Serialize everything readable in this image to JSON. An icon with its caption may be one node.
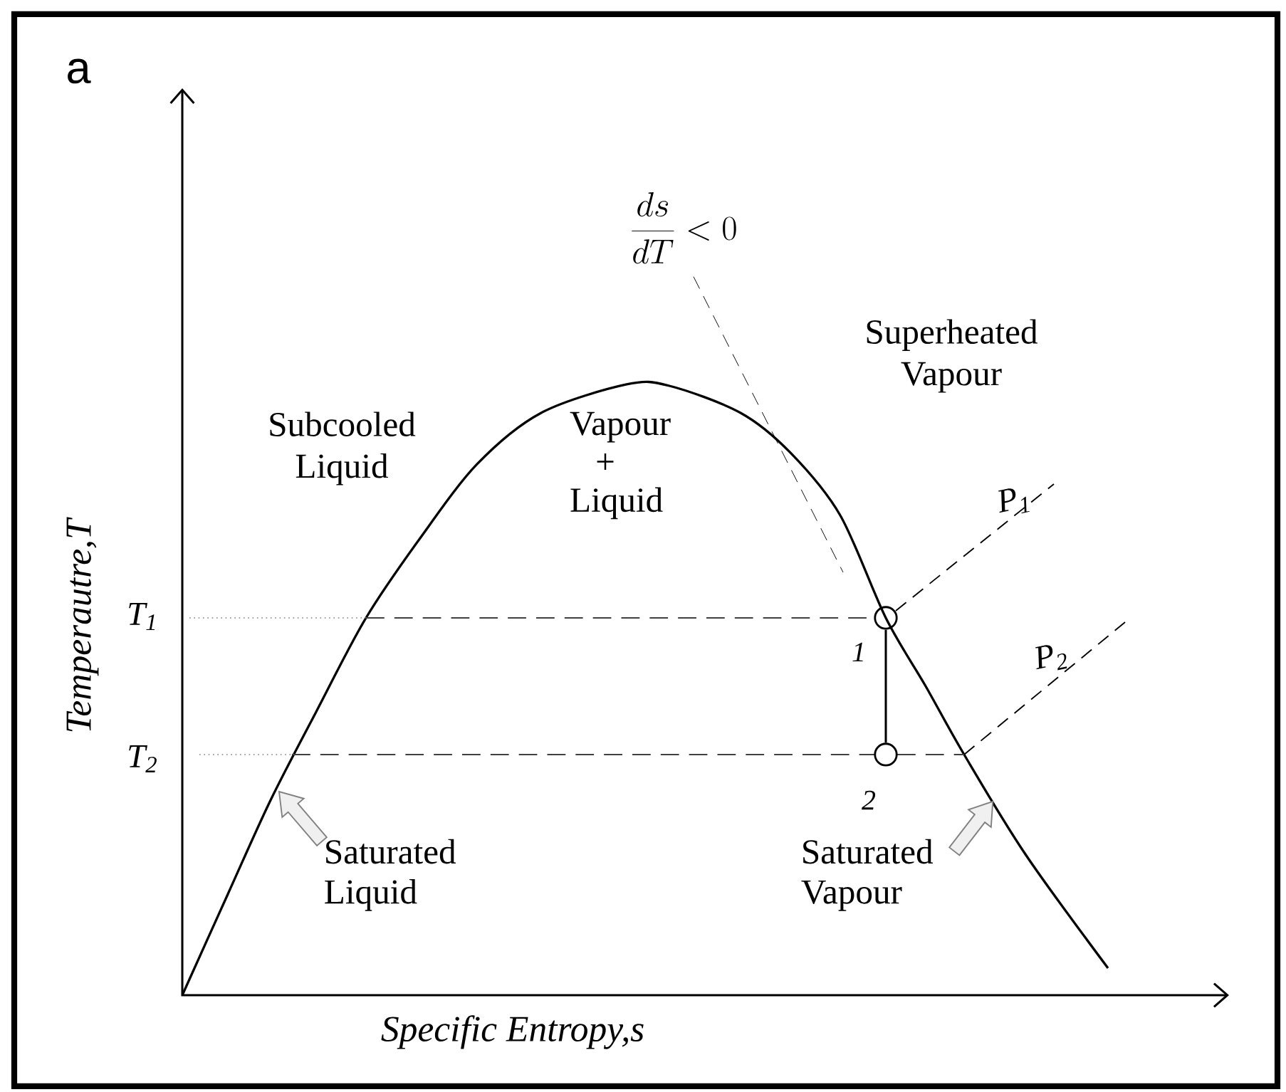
{
  "diagram": {
    "nodes": [
      {
        "text": [
          "\\frac{ds}{dT} < 0"
        ]
      },
      {
        "text": [],
        "shape": "circle",
        "beside": [
          "1"
        ]
      },
      {
        "text": [],
        "shape": "circle",
        "beside": [
          "2"
        ]
      },
      {
        "text": [
          "Saturated Liquid"
        ]
      },
      {
        "text": [
          "Saturated Vapour"
        ]
      }
    ],
    "edges": [
      {
        "from": 0,
        "to": null,
        "arrow": "none",
        "style": "dashed"
      },
      {
        "from": 1,
        "to": 2,
        "arrow": "none"
      },
      {
        "from": 3,
        "to": null,
        "arrow": "to"
      },
      {
        "from": 4,
        "to": null,
        "arrow": "to"
      }
    ],
    "labels": [
      "a",
      "Superheated Vapour",
      "Subcooled Liquid",
      "Vapour + Liquid",
      "P$_{1}$",
      "T$_{1}$",
      "P$_{2}$",
      "T$_{2}$",
      "Temperautre,T",
      "Specific Entropy,s"
    ]
  }
}
